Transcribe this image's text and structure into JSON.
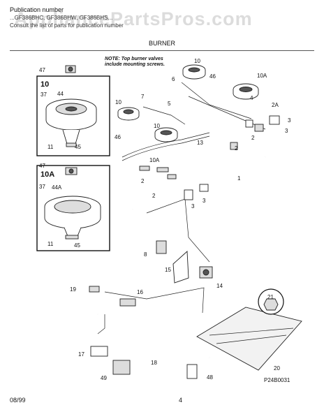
{
  "header": {
    "publication_label": "Publication number",
    "line1": "...GF386BHC, GF386BHW, GF386BHS...",
    "line2": "Consult the list of parts for publication number",
    "watermark": "AppliancePartsPros.com"
  },
  "section_title": "BURNER",
  "note": {
    "line1": "NOTE: Top burner valves",
    "line2": "include mounting screws."
  },
  "inset_labels": {
    "burner_10": "10",
    "burner_10a": "10A"
  },
  "callouts": [
    "47",
    "10",
    "37",
    "44",
    "11",
    "45",
    "10",
    "7",
    "5",
    "46",
    "13",
    "47",
    "10A",
    "37",
    "44A",
    "11",
    "45",
    "10",
    "6",
    "46",
    "10A",
    "4",
    "2A",
    "3",
    "3",
    "2",
    "2",
    "1",
    "3",
    "3",
    "8",
    "15",
    "14",
    "19",
    "16",
    "21",
    "17",
    "18",
    "49",
    "48",
    "20",
    "2",
    "2"
  ],
  "footer": {
    "date": "08/99",
    "page": "4",
    "diagram_code": "P24B0031"
  }
}
